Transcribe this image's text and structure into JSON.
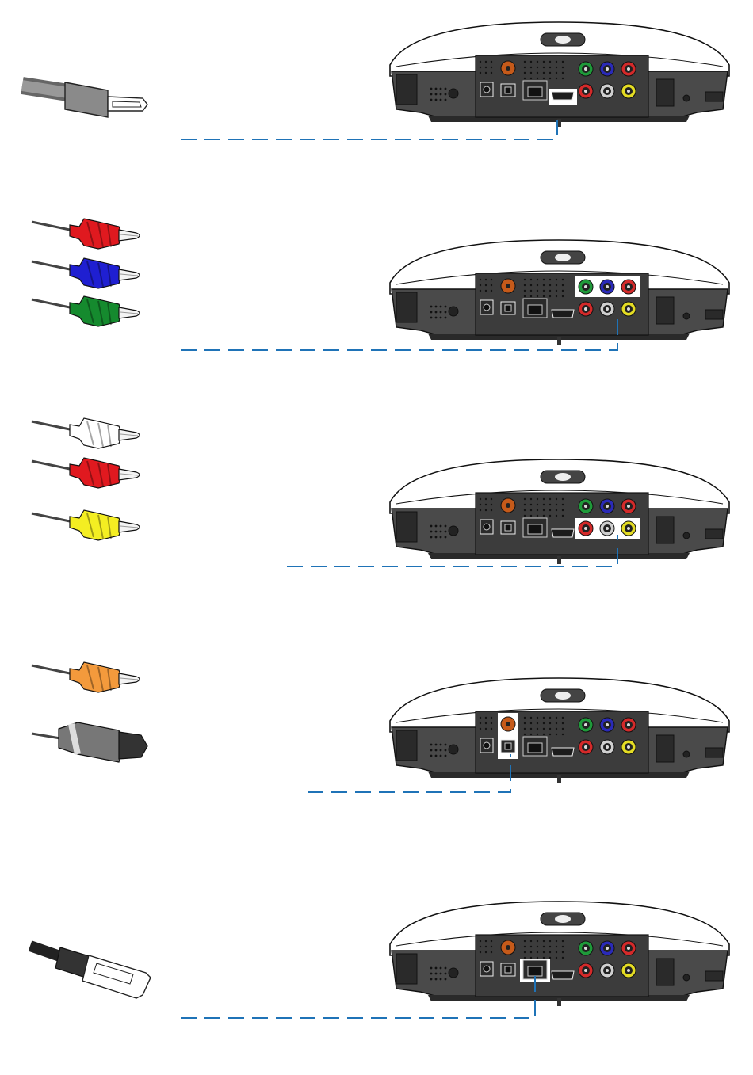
{
  "panels": [
    {
      "id": "hdmi",
      "cable": {
        "type": "hdmi",
        "icon": "hdmi-cable-icon"
      },
      "highlighted_ports": [
        "hdmi"
      ]
    },
    {
      "id": "component",
      "cable": {
        "type": "rca",
        "icon": "component-cable-icon",
        "plug_colors": [
          "#e0191f",
          "#1f1fd1",
          "#158a2e"
        ]
      },
      "highlighted_ports": [
        "component"
      ]
    },
    {
      "id": "composite",
      "cable": {
        "type": "rca",
        "icon": "composite-cable-icon",
        "plug_colors": [
          "#ffffff",
          "#e0191f",
          "#f4ee22"
        ]
      },
      "highlighted_ports": [
        "composite"
      ]
    },
    {
      "id": "digital-audio",
      "cable": {
        "type": "audio",
        "icon": "digital-audio-cable-icon",
        "plug_colors": [
          "#f39a3c"
        ]
      },
      "highlighted_ports": [
        "coax",
        "optical"
      ]
    },
    {
      "id": "ethernet",
      "cable": {
        "type": "ethernet",
        "icon": "ethernet-cable-icon"
      },
      "highlighted_ports": [
        "ethernet"
      ]
    }
  ],
  "colors": {
    "leader_line": "#1f73b7",
    "device_body": "#4a4a4a",
    "device_dark": "#2a2a2a",
    "highlight_box": "#ffffff"
  }
}
